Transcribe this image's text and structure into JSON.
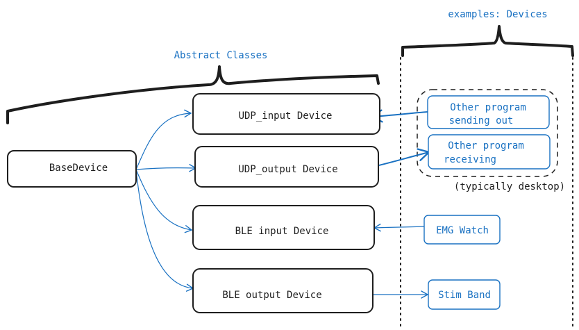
{
  "colors": {
    "stroke": "#1e1e1e",
    "accent": "#1971c2",
    "background": "#ffffff"
  },
  "labels": {
    "abstract_classes": "Abstract Classes",
    "examples_devices": "examples: Devices",
    "typically_desktop": "(typically desktop)"
  },
  "nodes": {
    "base_device": "BaseDevice",
    "udp_input": "UDP_input Device",
    "udp_output": "UDP_output Device",
    "ble_input": "BLE input Device",
    "ble_output": "BLE output Device"
  },
  "examples": {
    "other_sending_line1": "Other program",
    "other_sending_line2": "sending out",
    "other_receiving_line1": "Other program",
    "other_receiving_line2": "receiving",
    "emg_watch": "EMG Watch",
    "stim_band": "Stim Band"
  }
}
